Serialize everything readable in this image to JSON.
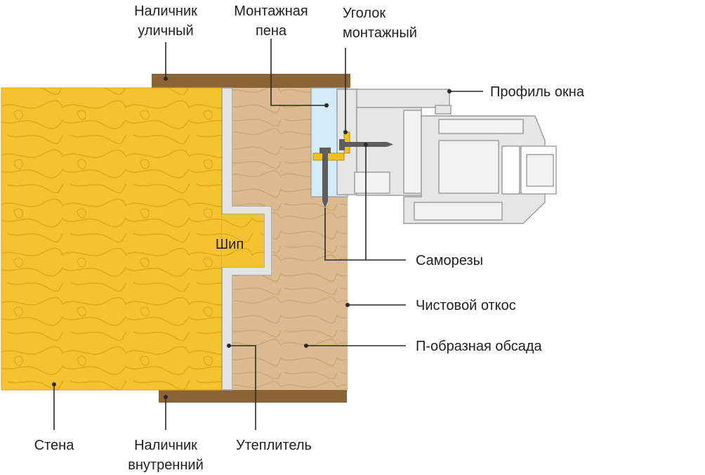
{
  "labels": {
    "nalichnik_street_1": "Наличник",
    "nalichnik_street_2": "уличный",
    "foam_1": "Монтажная",
    "foam_2": "пена",
    "corner_1": "Уголок",
    "corner_2": "монтажный",
    "window_profile": "Профиль окна",
    "screws": "Саморезы",
    "finish_slope": "Чистовой откос",
    "p_casing": "П-образная обсада",
    "wall": "Стена",
    "nalichnik_inner_1": "Наличник",
    "nalichnik_inner_2": "внутренний",
    "insulation": "Утеплитель",
    "tenon": "Шип"
  },
  "colors": {
    "wall": "#f5c330",
    "casing": "#dcb98e",
    "trim": "#8a6434",
    "insulation": "#e4e4e4",
    "foam": "#d3ecf8",
    "profile": "#e6e6e6",
    "corner": "#f0c020",
    "screw": "#5e5e5e"
  }
}
